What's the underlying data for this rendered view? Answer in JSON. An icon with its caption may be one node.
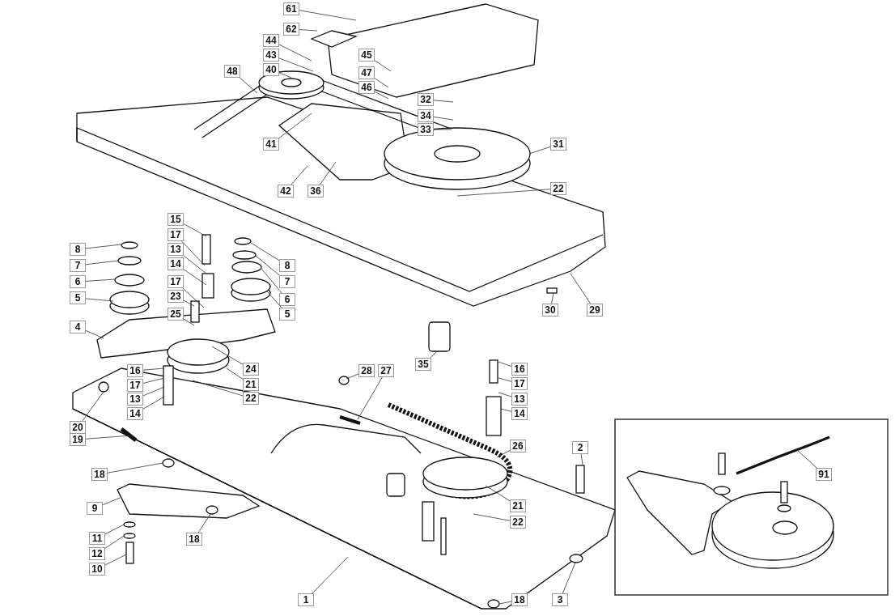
{
  "diagram": {
    "nodes": [
      {
        "text": [
          "61"
        ]
      },
      {
        "text": [
          "62"
        ]
      },
      {
        "text": [
          "44"
        ]
      },
      {
        "text": [
          "43"
        ]
      },
      {
        "text": [
          "48"
        ]
      },
      {
        "text": [
          "40"
        ]
      },
      {
        "text": [
          "45"
        ]
      },
      {
        "text": [
          "47"
        ]
      },
      {
        "text": [
          "46"
        ]
      },
      {
        "text": [
          "32"
        ]
      },
      {
        "text": [
          "34"
        ]
      },
      {
        "text": [
          "33"
        ]
      },
      {
        "text": [
          "41"
        ]
      },
      {
        "text": [
          "31"
        ]
      },
      {
        "text": [
          "42"
        ]
      },
      {
        "text": [
          "36"
        ]
      },
      {
        "text": [
          "22"
        ]
      },
      {
        "text": [
          "15"
        ]
      },
      {
        "text": [
          "8"
        ]
      },
      {
        "text": [
          "17"
        ]
      },
      {
        "text": [
          "8"
        ]
      },
      {
        "text": [
          "7"
        ]
      },
      {
        "text": [
          "13"
        ]
      },
      {
        "text": [
          "6"
        ]
      },
      {
        "text": [
          "14"
        ]
      },
      {
        "text": [
          "7"
        ]
      },
      {
        "text": [
          "5"
        ]
      },
      {
        "text": [
          "17"
        ]
      },
      {
        "text": [
          "6"
        ]
      },
      {
        "text": [
          "23"
        ]
      },
      {
        "text": [
          "5"
        ]
      },
      {
        "text": [
          "25"
        ]
      },
      {
        "text": [
          "30"
        ]
      },
      {
        "text": [
          "29"
        ]
      },
      {
        "text": [
          "4"
        ]
      },
      {
        "text": [
          "35"
        ]
      },
      {
        "text": [
          "16"
        ]
      },
      {
        "text": [
          "24"
        ]
      },
      {
        "text": [
          "16"
        ]
      },
      {
        "text": [
          "28"
        ]
      },
      {
        "text": [
          "27"
        ]
      },
      {
        "text": [
          "17"
        ]
      },
      {
        "text": [
          "21"
        ]
      },
      {
        "text": [
          "17"
        ]
      },
      {
        "text": [
          "13"
        ]
      },
      {
        "text": [
          "22"
        ]
      },
      {
        "text": [
          "13"
        ]
      },
      {
        "text": [
          "14"
        ]
      },
      {
        "text": [
          "14"
        ]
      },
      {
        "text": [
          "20"
        ]
      },
      {
        "text": [
          "19"
        ]
      },
      {
        "text": [
          "26"
        ]
      },
      {
        "text": [
          "2"
        ]
      },
      {
        "text": [
          "91"
        ]
      },
      {
        "text": [
          "18"
        ]
      },
      {
        "text": [
          "9"
        ]
      },
      {
        "text": [
          "18"
        ]
      },
      {
        "text": [
          "21"
        ]
      },
      {
        "text": [
          "22"
        ]
      },
      {
        "text": [
          "11"
        ]
      },
      {
        "text": [
          "12"
        ]
      },
      {
        "text": [
          "10"
        ]
      },
      {
        "text": [
          "1"
        ]
      },
      {
        "text": [
          "18"
        ]
      },
      {
        "text": [
          "3"
        ]
      }
    ],
    "edges": [
      {
        "from": 0,
        "to": null,
        "arrow": "none"
      },
      {
        "from": 1,
        "to": null,
        "arrow": "none"
      },
      {
        "from": 2,
        "to": null,
        "arrow": "none"
      },
      {
        "from": 3,
        "to": null,
        "arrow": "none"
      },
      {
        "from": 4,
        "to": null,
        "arrow": "none"
      },
      {
        "from": 5,
        "to": null,
        "arrow": "none"
      },
      {
        "from": 6,
        "to": null,
        "arrow": "none"
      },
      {
        "from": 7,
        "to": null,
        "arrow": "none"
      },
      {
        "from": 8,
        "to": null,
        "arrow": "none"
      },
      {
        "from": 9,
        "to": null,
        "arrow": "none"
      },
      {
        "from": 10,
        "to": null,
        "arrow": "none"
      },
      {
        "from": 11,
        "to": null,
        "arrow": "none"
      },
      {
        "from": 12,
        "to": null,
        "arrow": "none"
      },
      {
        "from": 13,
        "to": null,
        "arrow": "none"
      },
      {
        "from": 14,
        "to": null,
        "arrow": "none"
      },
      {
        "from": 15,
        "to": null,
        "arrow": "none"
      },
      {
        "from": 16,
        "to": null,
        "arrow": "none"
      },
      {
        "from": 17,
        "to": null,
        "arrow": "none"
      },
      {
        "from": 18,
        "to": null,
        "arrow": "none"
      },
      {
        "from": 19,
        "to": null,
        "arrow": "none"
      },
      {
        "from": 20,
        "to": null,
        "arrow": "none"
      },
      {
        "from": 21,
        "to": null,
        "arrow": "none"
      },
      {
        "from": 22,
        "to": null,
        "arrow": "none"
      },
      {
        "from": 23,
        "to": null,
        "arrow": "none"
      },
      {
        "from": 24,
        "to": null,
        "arrow": "none"
      },
      {
        "from": 25,
        "to": null,
        "arrow": "none"
      },
      {
        "from": 26,
        "to": null,
        "arrow": "none"
      },
      {
        "from": 27,
        "to": null,
        "arrow": "none"
      },
      {
        "from": 28,
        "to": null,
        "arrow": "none"
      },
      {
        "from": 29,
        "to": null,
        "arrow": "none"
      },
      {
        "from": 30,
        "to": null,
        "arrow": "none"
      },
      {
        "from": 31,
        "to": null,
        "arrow": "none"
      },
      {
        "from": 32,
        "to": null,
        "arrow": "none"
      },
      {
        "from": 33,
        "to": null,
        "arrow": "none"
      },
      {
        "from": 34,
        "to": null,
        "arrow": "none"
      },
      {
        "from": 35,
        "to": null,
        "arrow": "none"
      },
      {
        "from": 36,
        "to": null,
        "arrow": "none"
      },
      {
        "from": 37,
        "to": null,
        "arrow": "none"
      },
      {
        "from": 38,
        "to": null,
        "arrow": "none"
      },
      {
        "from": 39,
        "to": null,
        "arrow": "none"
      },
      {
        "from": 40,
        "to": null,
        "arrow": "none"
      },
      {
        "from": 41,
        "to": null,
        "arrow": "none"
      },
      {
        "from": 42,
        "to": null,
        "arrow": "none"
      },
      {
        "from": 43,
        "to": null,
        "arrow": "none"
      },
      {
        "from": 44,
        "to": null,
        "arrow": "none"
      },
      {
        "from": 45,
        "to": null,
        "arrow": "none"
      },
      {
        "from": 46,
        "to": null,
        "arrow": "none"
      },
      {
        "from": 47,
        "to": null,
        "arrow": "none"
      },
      {
        "from": 48,
        "to": null,
        "arrow": "none"
      },
      {
        "from": 49,
        "to": null,
        "arrow": "none"
      },
      {
        "from": 50,
        "to": null,
        "arrow": "none"
      },
      {
        "from": 51,
        "to": null,
        "arrow": "none"
      },
      {
        "from": 52,
        "to": null,
        "arrow": "none"
      },
      {
        "from": 53,
        "to": null,
        "arrow": "none"
      },
      {
        "from": 54,
        "to": null,
        "arrow": "none"
      },
      {
        "from": 55,
        "to": null,
        "arrow": "none"
      },
      {
        "from": 56,
        "to": null,
        "arrow": "none"
      },
      {
        "from": 57,
        "to": null,
        "arrow": "none"
      },
      {
        "from": 58,
        "to": null,
        "arrow": "none"
      },
      {
        "from": 59,
        "to": null,
        "arrow": "none"
      },
      {
        "from": 60,
        "to": null,
        "arrow": "none"
      },
      {
        "from": 61,
        "to": null,
        "arrow": "none"
      },
      {
        "from": 62,
        "to": null,
        "arrow": "none"
      },
      {
        "from": 63,
        "to": null,
        "arrow": "none"
      },
      {
        "from": 64,
        "to": null,
        "arrow": "none"
      }
    ]
  }
}
